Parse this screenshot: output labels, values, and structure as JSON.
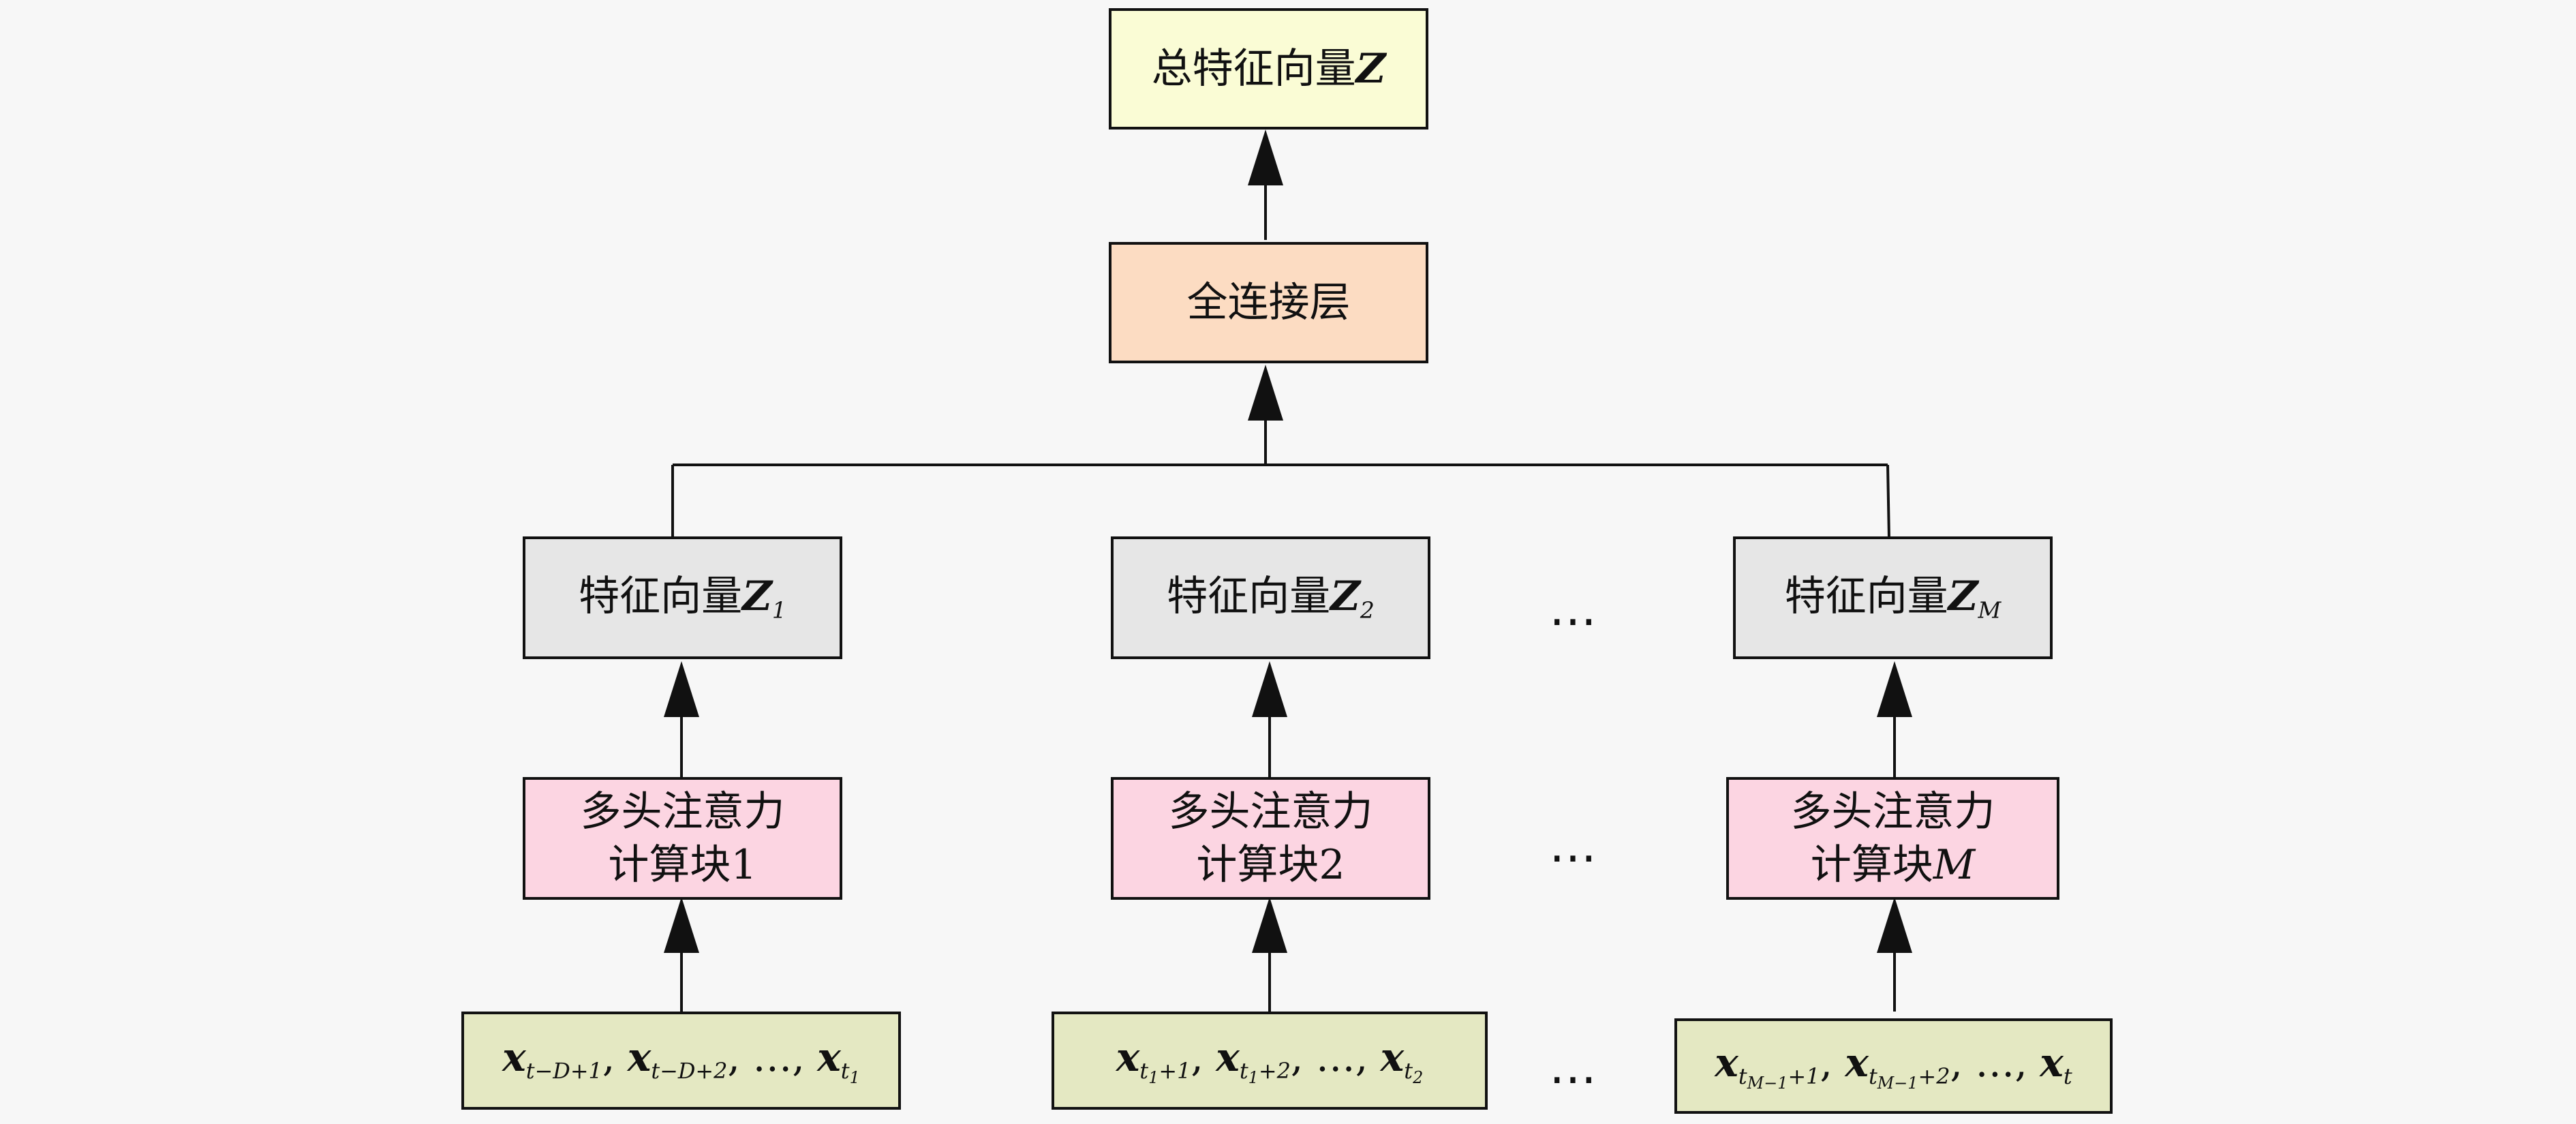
{
  "colors": {
    "output": "#fafcd5",
    "fc": "#fcdcc2",
    "feature": "#e6e6e6",
    "attention": "#fcd5e2",
    "input": "#e4e8c2",
    "line": "#111111"
  },
  "output": {
    "label": "总特征向量",
    "var": "Z"
  },
  "fc": {
    "label": "全连接层"
  },
  "features": [
    {
      "label": "特征向量",
      "var": "Z",
      "sub": "1"
    },
    {
      "label": "特征向量",
      "var": "Z",
      "sub": "2"
    },
    {
      "label": "特征向量",
      "var": "Z",
      "sub": "M"
    }
  ],
  "attention": [
    {
      "line1": "多头注意力",
      "line2": "计算块",
      "idx": "1"
    },
    {
      "line1": "多头注意力",
      "line2": "计算块",
      "idx": "2"
    },
    {
      "line1": "多头注意力",
      "line2": "计算块",
      "idx": "M"
    }
  ],
  "inputs": [
    {
      "v1": "x",
      "s1": "t−D+1",
      "v2": "x",
      "s2": "t−D+2",
      "ellipsis": "…",
      "v3": "x",
      "s3": "t",
      "s3b": "1"
    },
    {
      "v1": "x",
      "s1": "t",
      "s1b": "1",
      "s1c": "+1",
      "v2": "x",
      "s2": "t",
      "s2b": "1",
      "s2c": "+2",
      "ellipsis": "…",
      "v3": "x",
      "s3": "t",
      "s3b": "2"
    },
    {
      "v1": "x",
      "s1": "t",
      "s1b": "M−1",
      "s1c": "+1",
      "v2": "x",
      "s2": "t",
      "s2b": "M−1",
      "s2c": "+2",
      "ellipsis": "…",
      "v3": "x",
      "s3": "t"
    }
  ],
  "ellipsis": "…"
}
